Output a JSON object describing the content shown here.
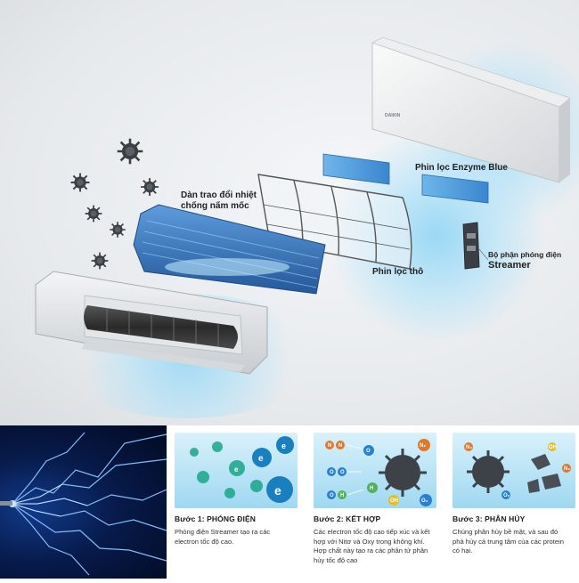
{
  "labels": {
    "heat_exchanger": [
      "Dàn trao đổi nhiệt",
      "chống nấm mốc"
    ],
    "coarse_filter": "Phin lọc thô",
    "enzyme_filter": "Phin lọc Enzyme Blue",
    "streamer_unit": [
      "Bộ phận phóng điện",
      "Streamer"
    ]
  },
  "panel_logo": "DAIKIN",
  "steps": [
    {
      "title": "Bước 1: PHÓNG ĐIỆN",
      "desc": "Phóng điện Streamer tạo ra các electron tốc độ cao."
    },
    {
      "title": "Bước 2: KẾT HỢP",
      "desc": "Các electron tốc độ cao tiếp xúc và kết hợp với Nitơ và Oxy trong không khí. Hợp chất này tạo ra các phân tử phân hủy tốc độ cao"
    },
    {
      "title": "Bước 3: PHÂN HỦY",
      "desc": "Chúng phân hủy bề mặt, và sau đó phá hủy cả trung tâm của các protein có hại."
    }
  ],
  "particle_letters": [
    "e",
    "N",
    "O",
    "H",
    "OH",
    "N₂",
    "O₂"
  ],
  "colors": {
    "filter_blue": "#3a7fc6",
    "glow_cyan": "#9ad9f5",
    "spark_bg": "#04102e",
    "lightning": "#7fb8ff"
  }
}
